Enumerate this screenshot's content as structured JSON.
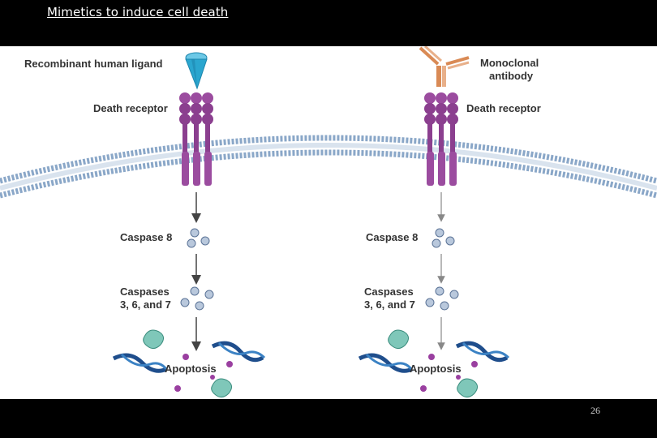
{
  "slide": {
    "title": "Mimetics to induce cell death",
    "number": "26"
  },
  "left_pathway": {
    "ligand_label": "Recombinant human ligand",
    "receptor_label": "Death receptor",
    "caspase8_label": "Caspase 8",
    "caspases_label_line1": "Caspases",
    "caspases_label_line2": "3, 6, and 7",
    "outcome_label": "Apoptosis"
  },
  "right_pathway": {
    "antibody_label_line1": "Monoclonal",
    "antibody_label_line2": "antibody",
    "receptor_label": "Death receptor",
    "caspase8_label": "Caspase 8",
    "caspases_label_line1": "Caspases",
    "caspases_label_line2": "3, 6, and 7",
    "outcome_label": "Apoptosis"
  },
  "colors": {
    "membrane": "#8aa7c8",
    "receptor": "#8b3f8f",
    "ligand": "#2aa6cf",
    "antibody": "#d98a55",
    "caspase": "#b9c8dc",
    "dna": "#1f4e8c",
    "enzyme": "#7fc7b9",
    "fragment": "#9a3fa0"
  }
}
